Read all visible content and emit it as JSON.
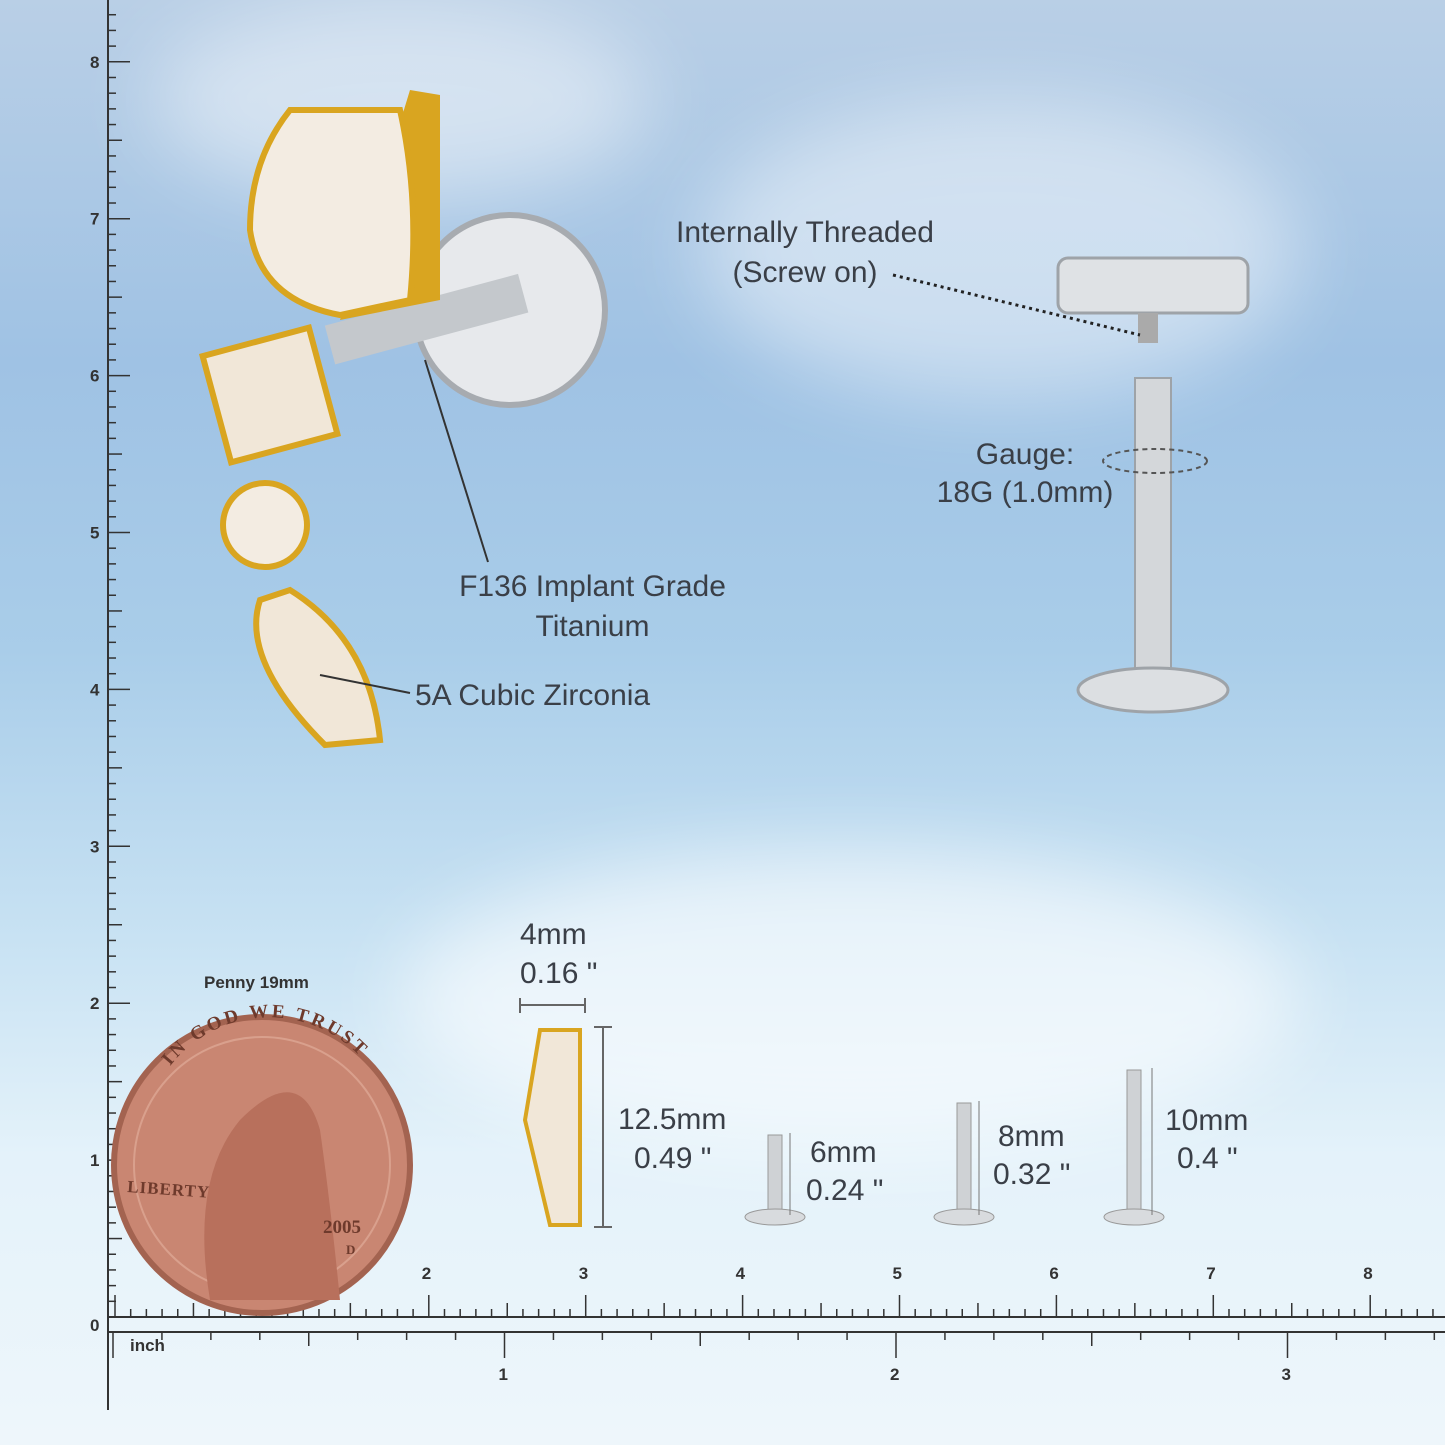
{
  "labels": {
    "internally_threaded": "Internally Threaded",
    "screw_on": "(Screw on)",
    "gauge": "Gauge:",
    "gauge_value": "18G (1.0mm)",
    "material_line1": "F136 Implant Grade",
    "material_line2": "Titanium",
    "stone": "5A Cubic Zirconia",
    "penny": "Penny 19mm",
    "width_mm": "4mm",
    "width_in": "0.16 \"",
    "length_mm": "12.5mm",
    "length_in": "0.49 \"",
    "post6_mm": "6mm",
    "post6_in": "0.24 \"",
    "post8_mm": "8mm",
    "post8_in": "0.32 \"",
    "post10_mm": "10mm",
    "post10_in": "0.4 \""
  },
  "penny_text": {
    "motto": "IN GOD WE TRUST",
    "liberty": "LIBERTY",
    "year": "2005",
    "mint": "D"
  },
  "ruler": {
    "cm_labels": [
      "0",
      "1",
      "2",
      "3",
      "4",
      "5",
      "6",
      "7",
      "8"
    ],
    "inch_unit": "inch",
    "inch_labels": [
      "1",
      "2",
      "3"
    ]
  },
  "colors": {
    "gold": "#d9a520",
    "steel": "#c9ccd0",
    "ruler": "#333333",
    "copper": "#c7826a"
  }
}
